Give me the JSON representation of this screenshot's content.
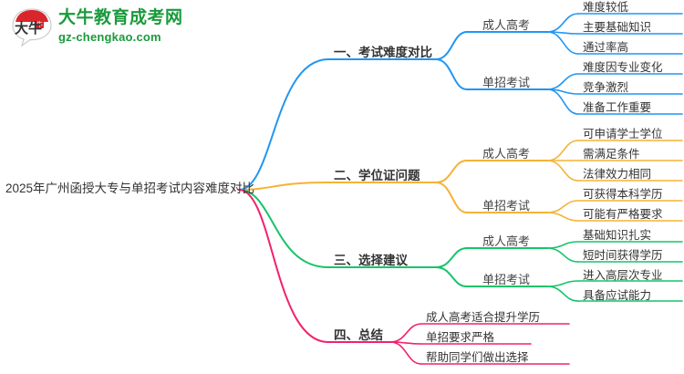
{
  "logo": {
    "mark_text": "大牛",
    "brand_cn": "大牛教育成考网",
    "brand_url": "gz-chengkao.com",
    "brand_color": "#1a9a3c",
    "mark_accent": "#d8262c"
  },
  "mindmap": {
    "root": {
      "label": "2025年广州函授大专与单招考试内容难度对比"
    },
    "colors": {
      "branch1": "#2196f3",
      "branch2": "#f5b335",
      "branch3": "#16c46a",
      "branch4": "#f0226e"
    },
    "branches": [
      {
        "label": "一、考试难度对比",
        "color": "#2196f3",
        "children": [
          {
            "label": "成人高考",
            "leaves": [
              "难度较低",
              "主要基础知识",
              "通过率高"
            ]
          },
          {
            "label": "单招考试",
            "leaves": [
              "难度因专业变化",
              "竞争激烈",
              "准备工作重要"
            ]
          }
        ]
      },
      {
        "label": "二、学位证问题",
        "color": "#f5b335",
        "children": [
          {
            "label": "成人高考",
            "leaves": [
              "可申请学士学位",
              "需满足条件",
              "法律效力相同"
            ]
          },
          {
            "label": "单招考试",
            "leaves": [
              "可获得本科学历",
              "可能有严格要求"
            ]
          }
        ]
      },
      {
        "label": "三、选择建议",
        "color": "#16c46a",
        "children": [
          {
            "label": "成人高考",
            "leaves": [
              "基础知识扎实",
              "短时间获得学历"
            ]
          },
          {
            "label": "单招考试",
            "leaves": [
              "进入高层次专业",
              "具备应试能力"
            ]
          }
        ]
      },
      {
        "label": "四、总结",
        "color": "#f0226e",
        "children": [
          {
            "label": "",
            "leaves": [
              "成人高考适合提升学历",
              "单招要求严格",
              "帮助同学们做出选择"
            ]
          }
        ]
      }
    ]
  }
}
